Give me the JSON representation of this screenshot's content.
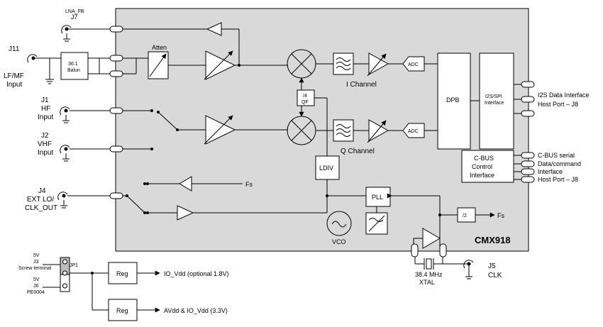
{
  "chip": {
    "name": "CMX918"
  },
  "connectors": {
    "lna_fb": "LNA_FB",
    "j7": "J7",
    "j11": "J11",
    "j11_desc1": "LF/MF",
    "j11_desc2": "Input",
    "j1": "J1",
    "j1_desc1": "HF",
    "j1_desc2": "Input",
    "j2": "J2",
    "j2_desc1": "VHF",
    "j2_desc2": "Input",
    "j4": "J4",
    "j4_desc1": "EXT LO/",
    "j4_desc2": "CLK_OUT",
    "j5": "J5",
    "j5_desc": "CLK"
  },
  "blocks": {
    "balun_1": "36:1",
    "balun_2": "Balun",
    "atten": "Atten",
    "adc": "ADC",
    "qf_1": "/4",
    "qf_2": "QF",
    "i_channel": "I Channel",
    "q_channel": "Q Channel",
    "dpb": "DPB",
    "i2s_1": "I2S/SPI",
    "i2s_2": "Interface",
    "cbus_1": "C-BUS",
    "cbus_2": "Control",
    "cbus_3": "Interface",
    "ldiv": "LDIV",
    "pll": "PLL",
    "vco": "VCO",
    "div2": "/2",
    "reg": "Reg"
  },
  "signals": {
    "fs": "Fs",
    "fs_out": "Fs",
    "i2s_host_1": "I2S Data Interface",
    "i2s_host_2": "Host Port – J8",
    "cbus_host_1": "C-BUS serial",
    "cbus_host_2": "Data/command",
    "cbus_host_3": "Interface",
    "cbus_host_4": "Host Port – J8",
    "xtal_1": "38.4 MHz",
    "xtal_2": "XTAL"
  },
  "power": {
    "v1": "5V",
    "j3": "J3",
    "j3_desc": "Screw terminal",
    "v2": "5V",
    "j6": "J6",
    "j6_desc": "PE0004",
    "jp1": "JP1",
    "io_vdd": "IO_Vdd (optional 1.8V)",
    "avdd": "AVdd & IO_Vdd (3.3V)"
  }
}
